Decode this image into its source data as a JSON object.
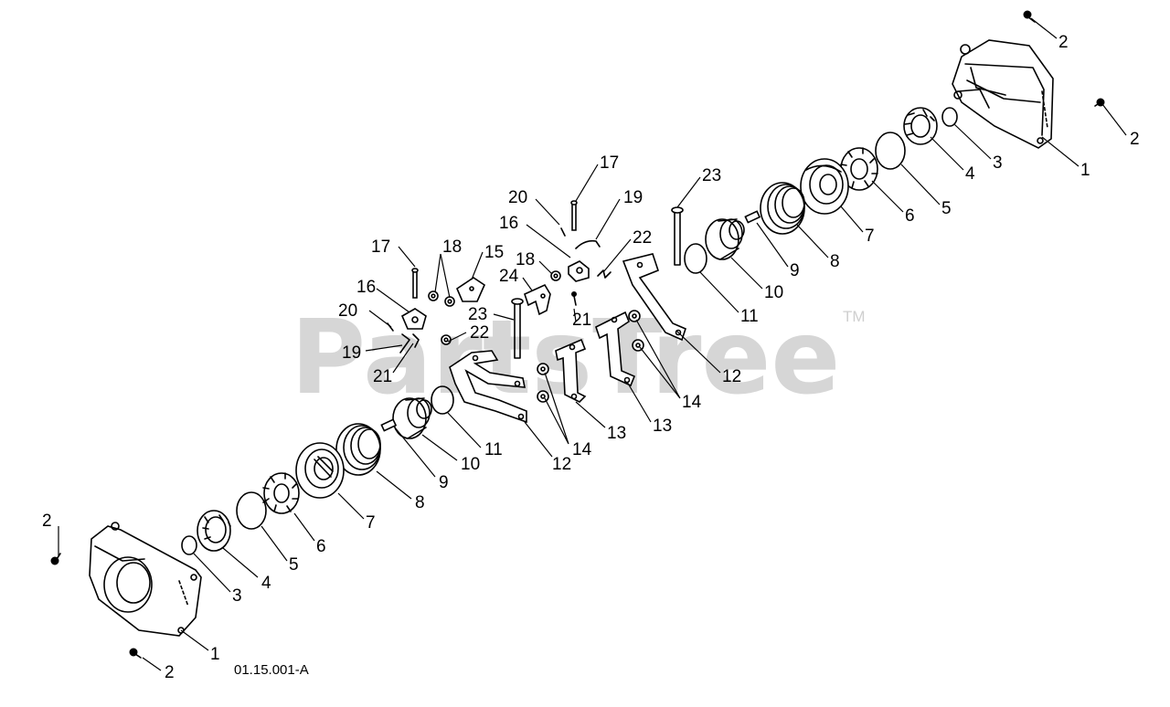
{
  "watermark": {
    "text": "PartsTree",
    "trademark": "TM"
  },
  "drawing_code": "01.15.001-A",
  "callouts": [
    {
      "id": "c-2-tr1",
      "label": "2"
    },
    {
      "id": "c-2-tr2",
      "label": "2"
    },
    {
      "id": "c-1-r",
      "label": "1"
    },
    {
      "id": "c-3-r",
      "label": "3"
    },
    {
      "id": "c-4-r",
      "label": "4"
    },
    {
      "id": "c-5-r",
      "label": "5"
    },
    {
      "id": "c-6-r",
      "label": "6"
    },
    {
      "id": "c-7-r",
      "label": "7"
    },
    {
      "id": "c-8-r",
      "label": "8"
    },
    {
      "id": "c-9-r",
      "label": "9"
    },
    {
      "id": "c-10-r",
      "label": "10"
    },
    {
      "id": "c-11-r",
      "label": "11"
    },
    {
      "id": "c-12-r",
      "label": "12"
    },
    {
      "id": "c-13-r",
      "label": "13"
    },
    {
      "id": "c-14-r",
      "label": "14"
    },
    {
      "id": "c-23-r",
      "label": "23"
    },
    {
      "id": "c-17-t",
      "label": "17"
    },
    {
      "id": "c-19-t",
      "label": "19"
    },
    {
      "id": "c-20-t",
      "label": "20"
    },
    {
      "id": "c-16-t",
      "label": "16"
    },
    {
      "id": "c-22-t",
      "label": "22"
    },
    {
      "id": "c-18-m",
      "label": "18"
    },
    {
      "id": "c-24-m",
      "label": "24"
    },
    {
      "id": "c-21-m",
      "label": "21"
    },
    {
      "id": "c-17-l",
      "label": "17"
    },
    {
      "id": "c-18-l",
      "label": "18"
    },
    {
      "id": "c-15-l",
      "label": "15"
    },
    {
      "id": "c-16-l",
      "label": "16"
    },
    {
      "id": "c-20-l",
      "label": "20"
    },
    {
      "id": "c-19-l",
      "label": "19"
    },
    {
      "id": "c-21-l",
      "label": "21"
    },
    {
      "id": "c-22-l",
      "label": "22"
    },
    {
      "id": "c-23-l",
      "label": "23"
    },
    {
      "id": "c-12-l",
      "label": "12"
    },
    {
      "id": "c-13-l",
      "label": "13"
    },
    {
      "id": "c-14-l",
      "label": "14"
    },
    {
      "id": "c-11-l",
      "label": "11"
    },
    {
      "id": "c-10-l",
      "label": "10"
    },
    {
      "id": "c-9-l",
      "label": "9"
    },
    {
      "id": "c-8-l",
      "label": "8"
    },
    {
      "id": "c-7-l",
      "label": "7"
    },
    {
      "id": "c-6-l",
      "label": "6"
    },
    {
      "id": "c-5-l",
      "label": "5"
    },
    {
      "id": "c-4-l",
      "label": "4"
    },
    {
      "id": "c-3-l",
      "label": "3"
    },
    {
      "id": "c-2-bl1",
      "label": "2"
    },
    {
      "id": "c-1-l",
      "label": "1"
    },
    {
      "id": "c-2-bl2",
      "label": "2"
    }
  ]
}
